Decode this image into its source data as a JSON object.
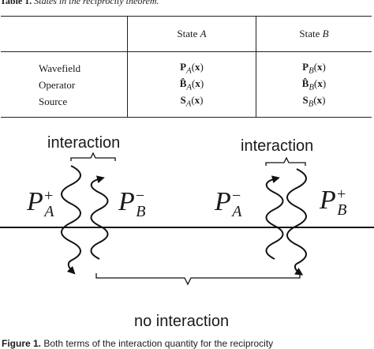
{
  "table": {
    "caption_label": "Table 1.",
    "caption_text": "States in the reciprocity theorem.",
    "headers": [
      "",
      "State A",
      "State B"
    ],
    "rows": [
      {
        "label": "Wavefield",
        "a": "P_A(x)",
        "b": "P_B(x)"
      },
      {
        "label": "Operator",
        "a": "B̂_A(x)",
        "b": "B̂_B(x)"
      },
      {
        "label": "Source",
        "a": "S_A(x)",
        "b": "S_B(x)"
      }
    ]
  },
  "figure": {
    "label_interaction_left": "interaction",
    "label_interaction_right": "interaction",
    "label_no_interaction": "no interaction",
    "wavefields": {
      "left_down": "P_A^+",
      "left_up": "P_B^-",
      "right_up": "P_A^-",
      "right_down": "P_B^+"
    }
  },
  "caption_bottom": {
    "label": "Figure 1.",
    "text": "Both terms of the interaction quantity for the reciprocity"
  }
}
